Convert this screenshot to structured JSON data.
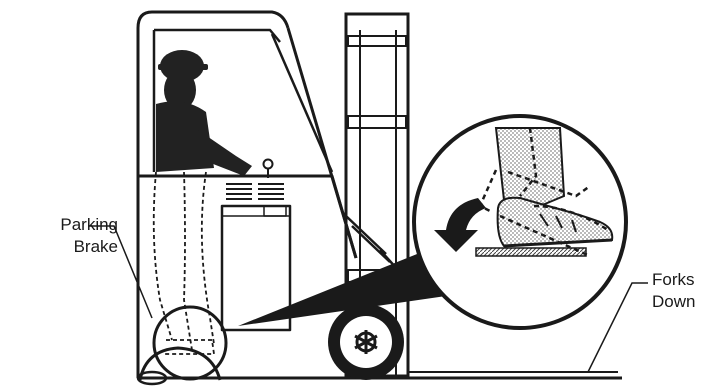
{
  "callouts": {
    "parking_brake": {
      "line1": "Parking",
      "line2": "Brake"
    },
    "forks_down": {
      "line1": "Forks",
      "line2": "Down"
    }
  },
  "colors": {
    "ink": "#1a1a1a",
    "shade": "#2b2b2b",
    "stipple": "#b8b8b8",
    "background": "#ffffff"
  }
}
